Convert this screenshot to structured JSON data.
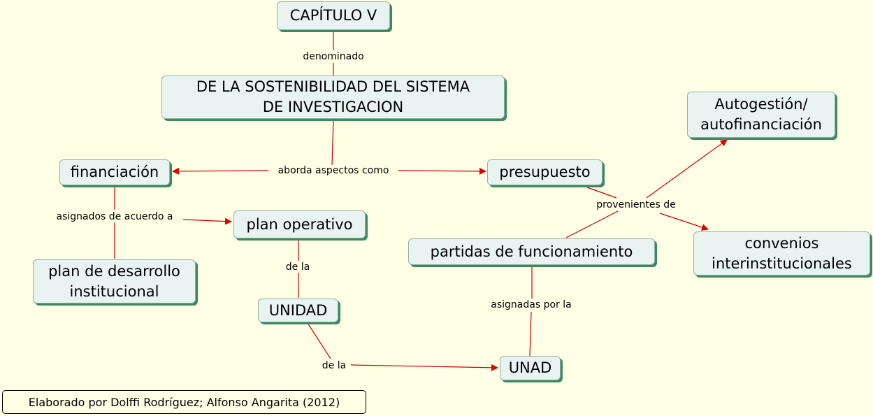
{
  "nodes": {
    "capitulo": "CAPÍTULO V",
    "sostenibilidad": "DE LA SOSTENIBILIDAD DEL SISTEMA\nDE INVESTIGACION",
    "financiacion": "financiación",
    "presupuesto": "presupuesto",
    "autogestion": "Autogestión/\nautofinanciación",
    "convenios": "convenios\ninterinstitucionales",
    "plan_operativo": "plan operativo",
    "plan_desarrollo": "plan de desarrollo\ninstitucional",
    "partidas": "partidas de funcionamiento",
    "unidad": "UNIDAD",
    "unad": "UNAD"
  },
  "links": {
    "denominado": "denominado",
    "aborda": "aborda aspectos como",
    "asignados": "asignados de acuerdo a",
    "provenientes": "provenientes de",
    "de_la_1": "de la",
    "de_la_2": "de la",
    "asignadas": "asignadas por la"
  },
  "credit": "Elaborado por Dolffi Rodríguez; Alfonso Angarita (2012)",
  "colors": {
    "background": "#ffffe6",
    "node_fill": "#e9f4f2",
    "node_shadow": "#3b8a5f",
    "connector": "#cc0000"
  }
}
